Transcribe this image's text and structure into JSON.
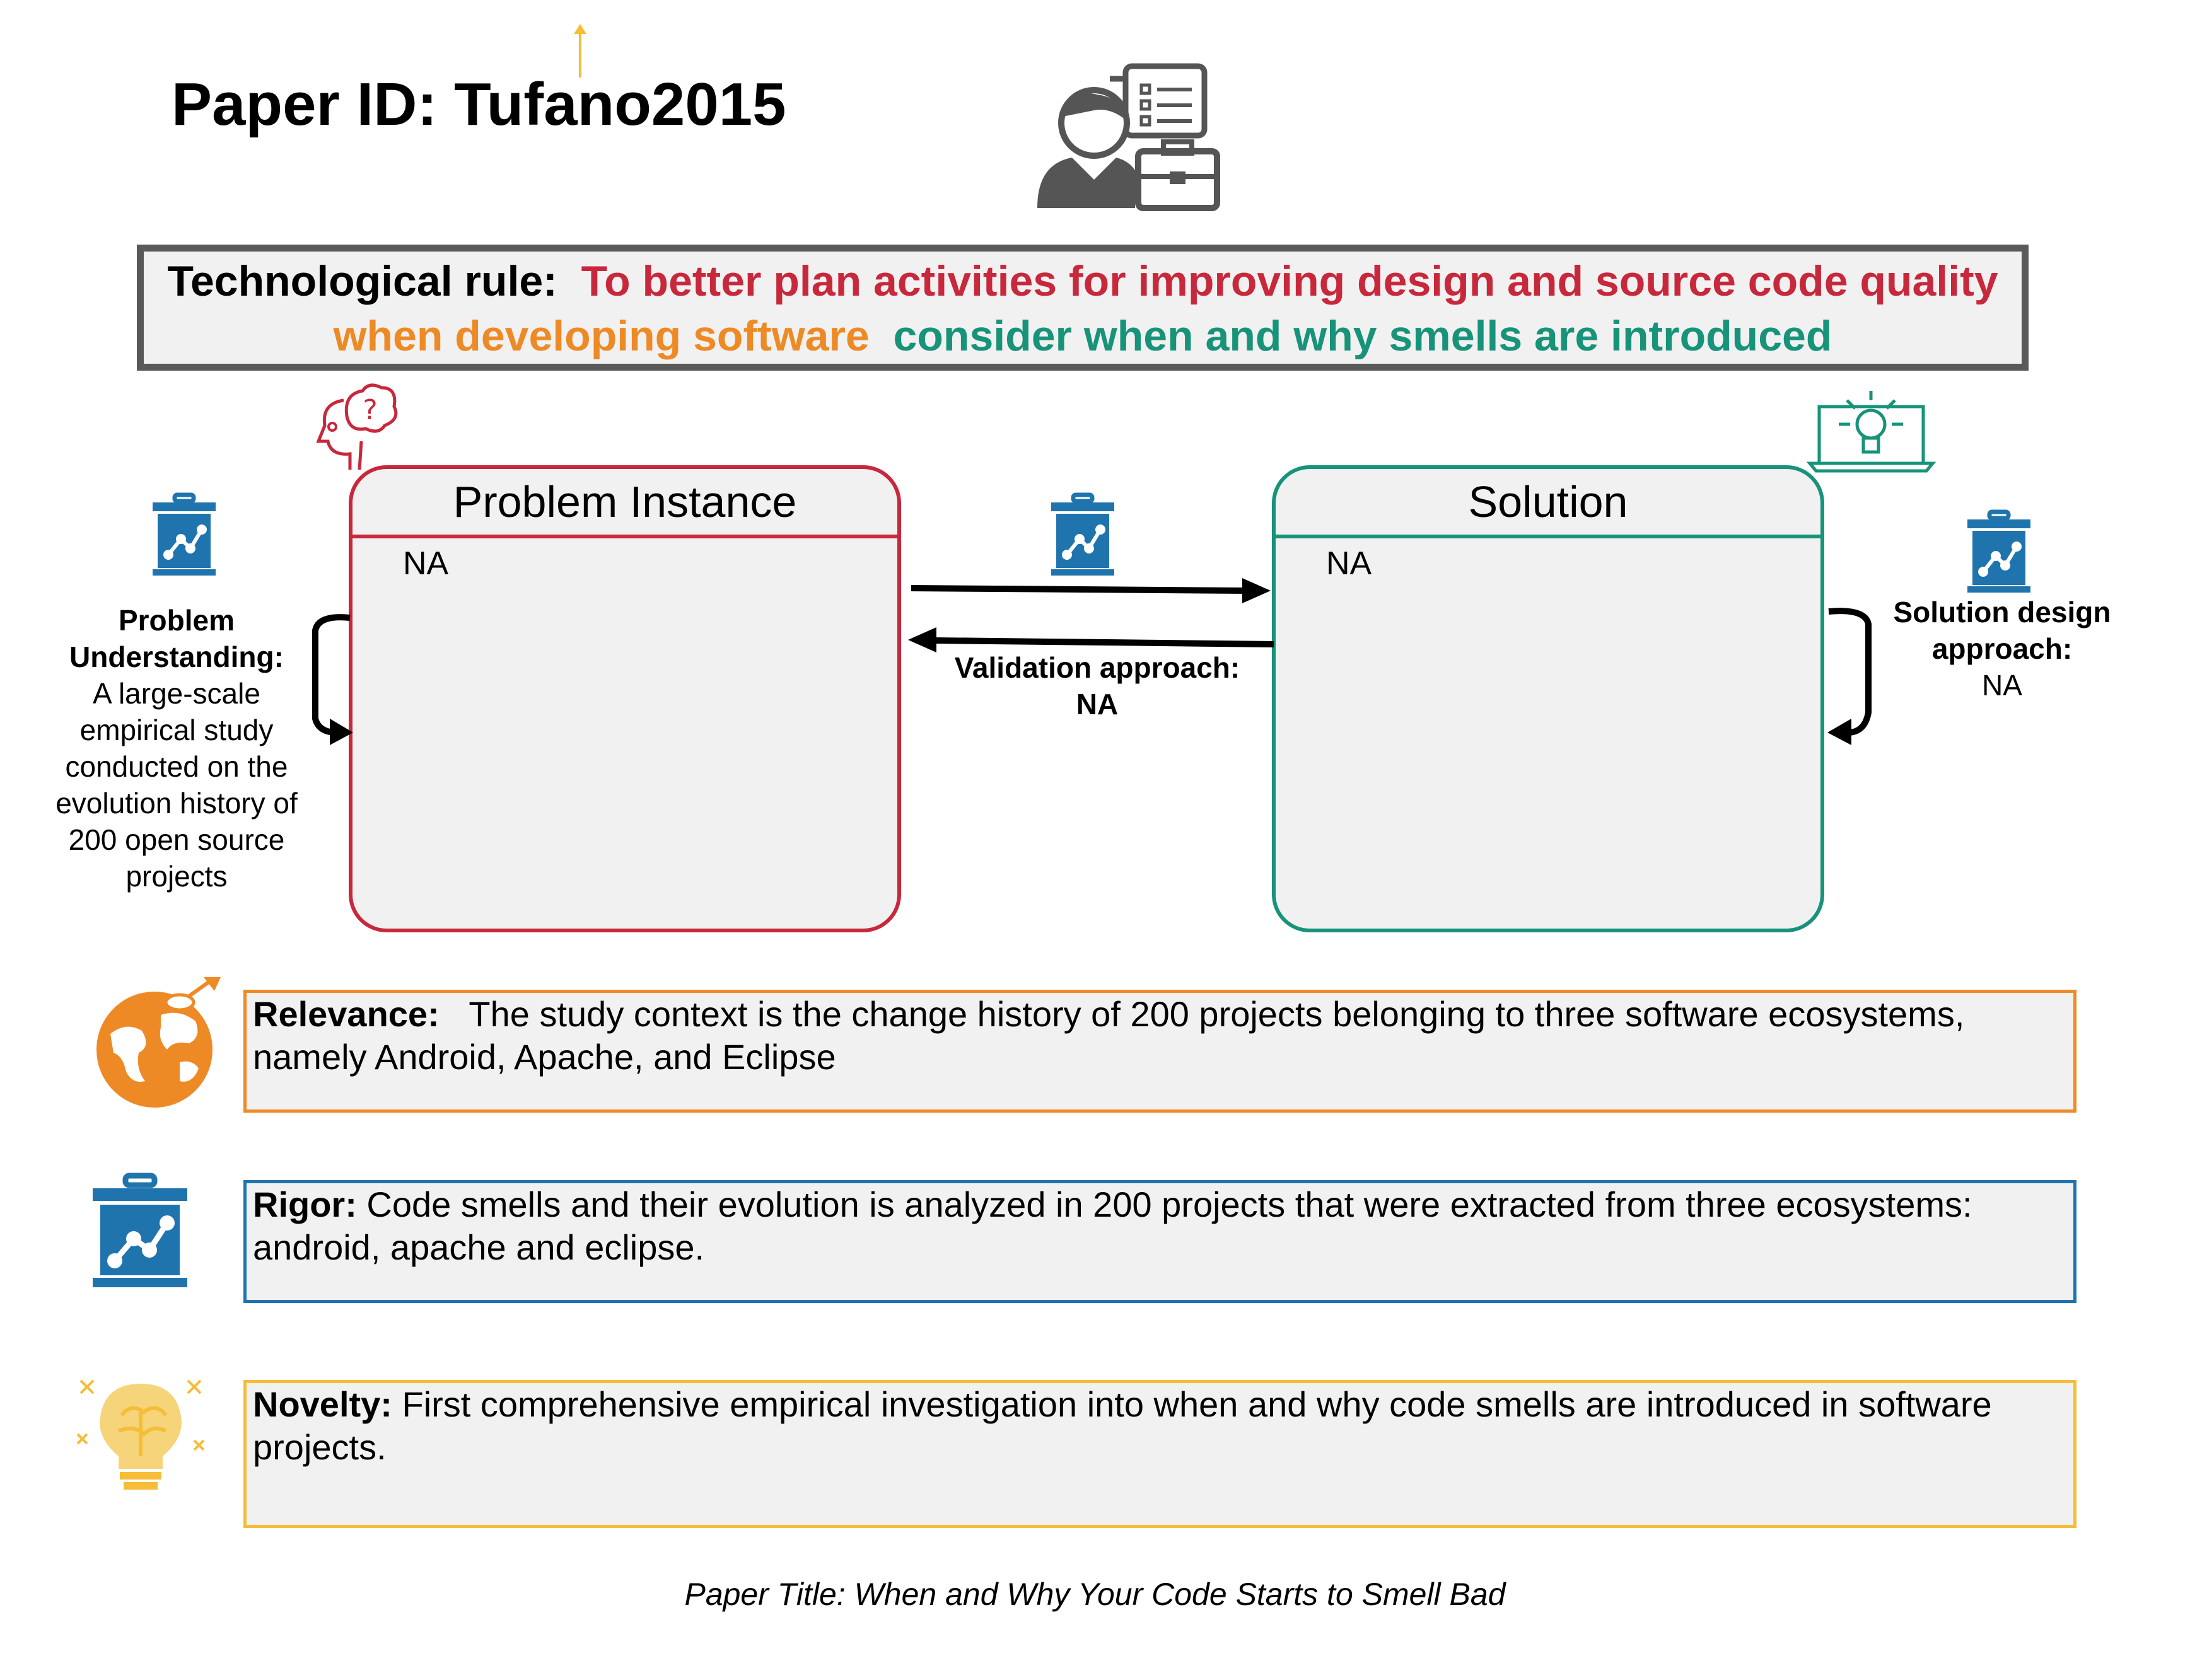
{
  "paper_id": "Paper ID: Tufano2015",
  "technological_rule": {
    "label": "Technological rule:",
    "part_red": "To better plan activities for improving design and source code quality",
    "part_orange": "when developing software",
    "part_green": "consider when and why smells are introduced"
  },
  "problem_instance": {
    "title": "Problem Instance",
    "value": "NA"
  },
  "solution": {
    "title": "Solution",
    "value": "NA"
  },
  "problem_understanding": {
    "label": "Problem Understanding:",
    "text": "A large-scale empirical study conducted on the evolution history of 200 open source projects"
  },
  "validation": {
    "label": "Validation approach:",
    "value": "NA"
  },
  "solution_design": {
    "label": "Solution design approach:",
    "value": "NA"
  },
  "relevance": {
    "label": "Relevance:",
    "text": "The study context is the change history of 200 projects belonging to three software ecosystems, namely Android, Apache, and Eclipse"
  },
  "rigor": {
    "label": "Rigor:",
    "text": "Code smells and their evolution is analyzed in 200 projects that were extracted from three ecosystems: android, apache and eclipse."
  },
  "novelty": {
    "label": "Novelty:",
    "text": "First comprehensive empirical investigation into when and why code smells are introduced in software projects."
  },
  "paper_title": "Paper Title:  When and Why Your Code Starts to Smell Bad",
  "colors": {
    "problem": "#c8283c",
    "solution": "#17937a",
    "relevance": "#ee8a25",
    "rigor": "#1f74ae",
    "novelty": "#f5bd38"
  }
}
